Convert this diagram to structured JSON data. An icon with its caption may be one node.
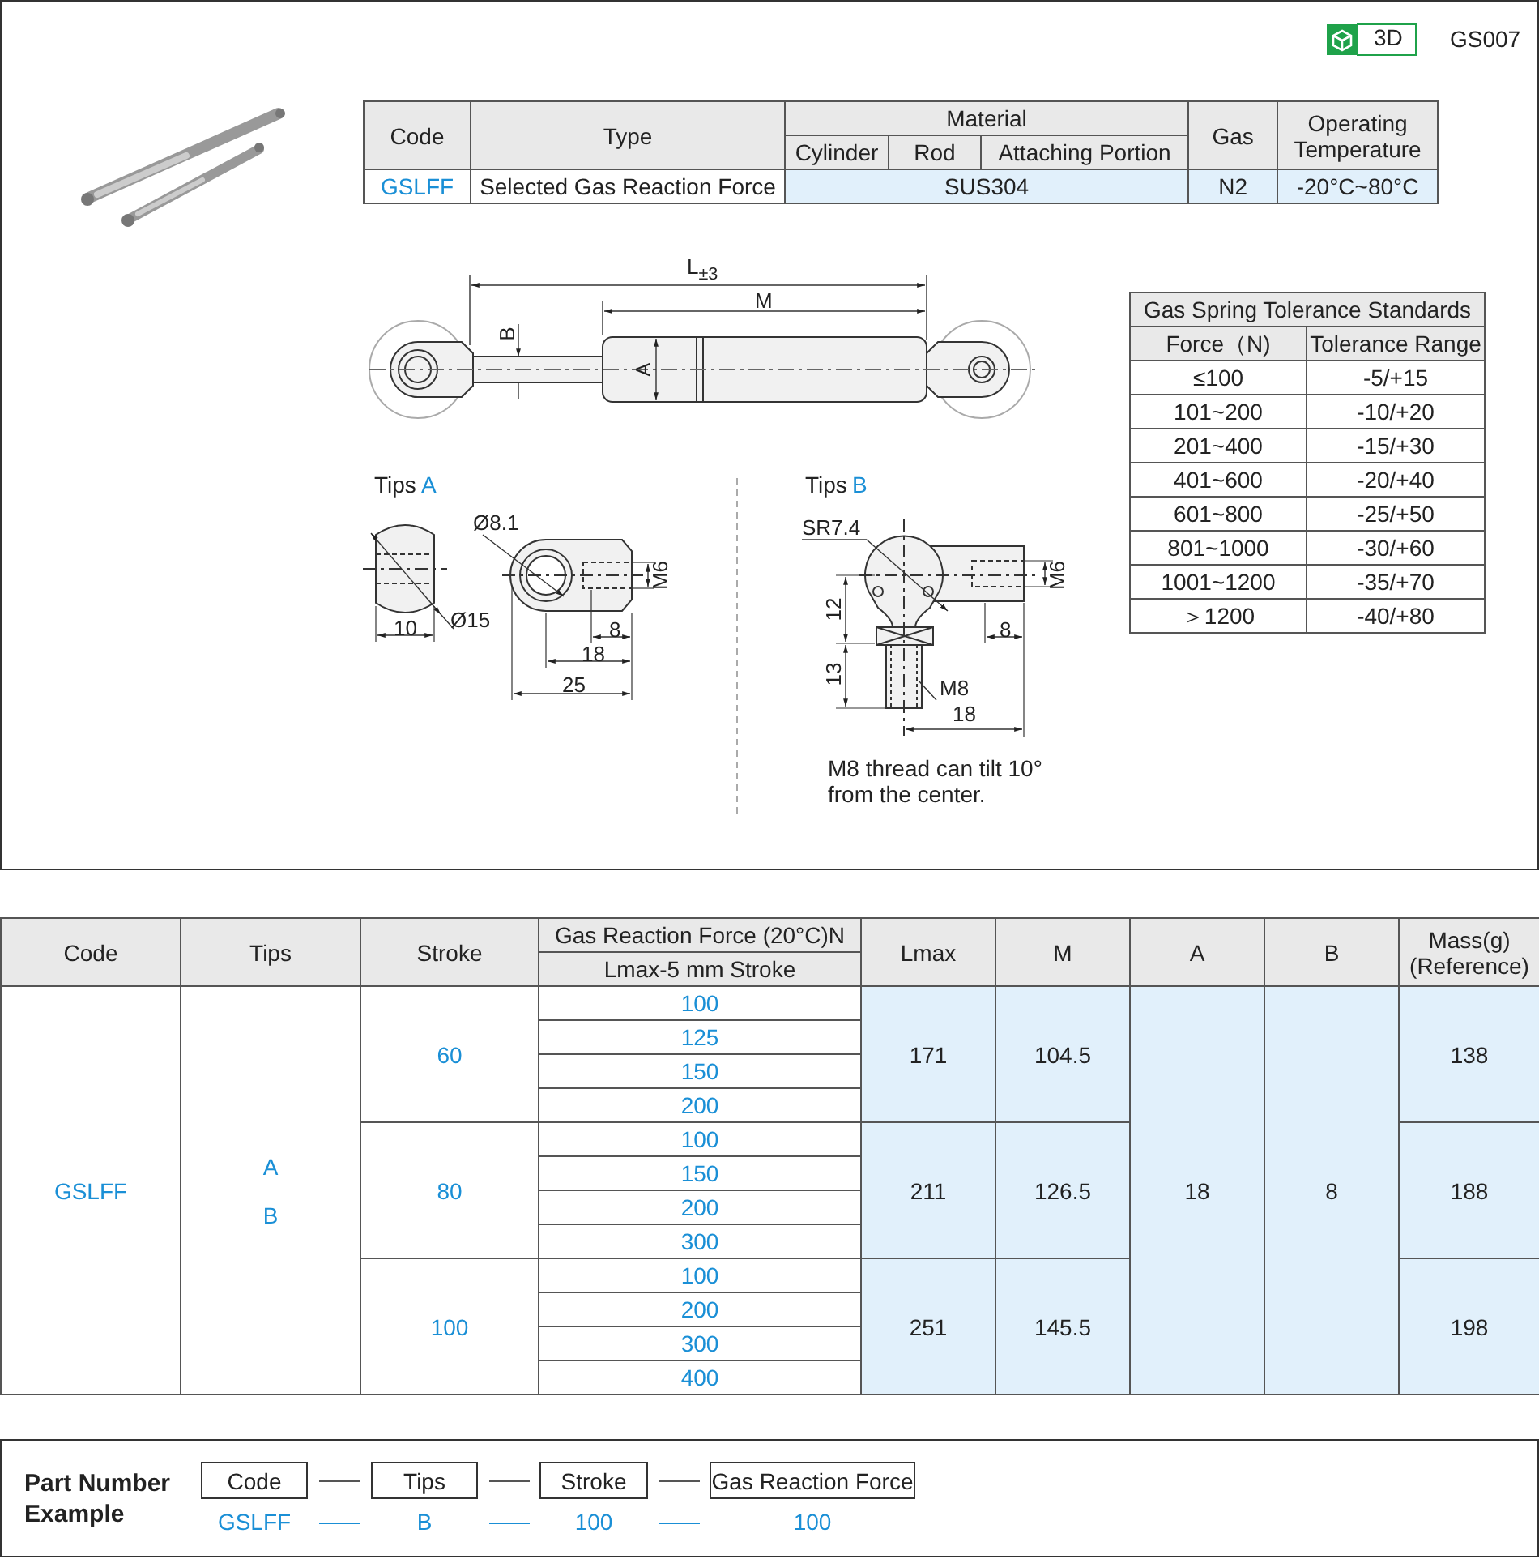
{
  "diagram": {
    "labels": [
      "3D",
      "GS007",
      "Code",
      "Type",
      "Material",
      "Gas",
      "Operating Temperature",
      "Cylinder",
      "Rod",
      "Attaching Portion",
      "GSLFF",
      "Selected Gas Reaction Force",
      "SUS304",
      "N2",
      "-20°C~80°C",
      "L$_{±3}$",
      "M",
      "B",
      "A",
      "Gas Spring Tolerance Standards",
      "Force（N)",
      "Tolerance Range",
      "≤100",
      "-5/+15",
      "101~200",
      "-10/+20",
      "201~400",
      "-15/+30",
      "401~600",
      "-20/+40",
      "601~800",
      "-25/+50",
      "801~1000",
      "-30/+60",
      "1001~1200",
      "-35/+70",
      "＞1200",
      "-40/+80",
      "Tips",
      "A",
      "Ø8.1",
      "M6",
      "Ø15",
      "10",
      "8",
      "18",
      "25",
      "Tips",
      "B",
      "SR7.4",
      "M6",
      "12",
      "8",
      "13",
      "M8",
      "18",
      "M8 thread can tilt 10° from the center.",
      "Code",
      "Tips",
      "Stroke",
      "Gas Reaction Force (20°C)N",
      "Lmax",
      "M",
      "A",
      "B",
      "Mass(g) (Reference)",
      "Lmax-5 mm Stroke",
      "GSLFF",
      "A",
      "B",
      "60",
      "100",
      "125",
      "150",
      "200",
      "171",
      "104.5",
      "18",
      "8",
      "138",
      "80",
      "100",
      "150",
      "200",
      "300",
      "211",
      "126.5",
      "188",
      "100",
      "100",
      "200",
      "300",
      "400",
      "251",
      "145.5",
      "198",
      "Part Number Example",
      "Code",
      "Tips",
      "Stroke",
      "Gas Reaction Force",
      "GSLFF",
      "B",
      "100",
      "100"
    ]
  }
}
